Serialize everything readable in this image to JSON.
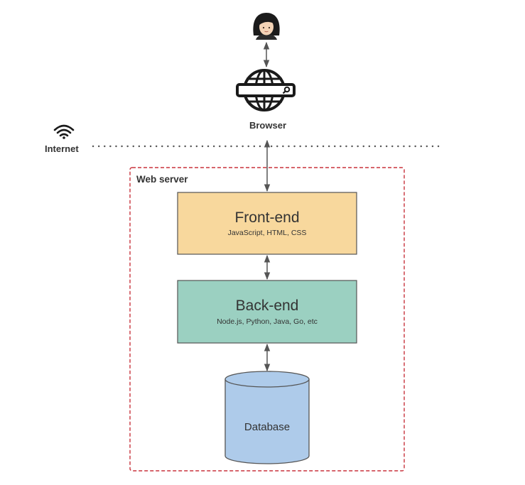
{
  "labels": {
    "browser": "Browser",
    "internet": "Internet",
    "web_server": "Web server"
  },
  "frontend": {
    "title": "Front-end",
    "subtitle": "JavaScript, HTML, CSS"
  },
  "backend": {
    "title": "Back-end",
    "subtitle": "Node.js, Python, Java, Go, etc"
  },
  "database": {
    "title": "Database"
  },
  "colors": {
    "frontend_fill": "#f8d89d",
    "backend_fill": "#9bd0c1",
    "database_fill": "#aecbea",
    "boundary_red": "#c8323c",
    "outline": "#555555",
    "text": "#333333"
  },
  "icons": {
    "user": "user-avatar-icon",
    "browser": "globe-search-icon",
    "internet": "wifi-icon"
  }
}
